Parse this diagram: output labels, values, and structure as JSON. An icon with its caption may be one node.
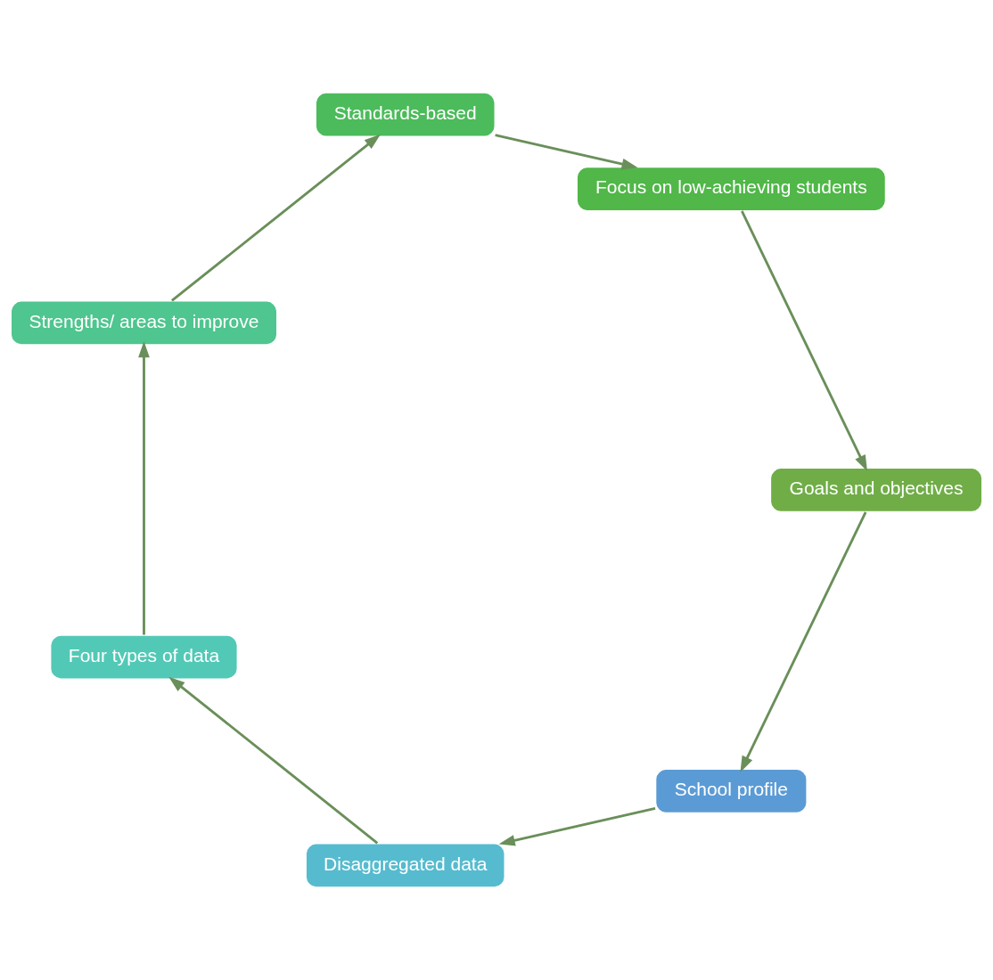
{
  "diagram": {
    "nodes": [
      {
        "text": [
          "School profile"
        ]
      },
      {
        "text": [
          "Disaggregated data"
        ]
      },
      {
        "text": [
          "Four types of data"
        ]
      },
      {
        "text": [
          "Strengths/ areas to improve"
        ]
      },
      {
        "text": [
          "Standards-based"
        ]
      },
      {
        "text": [
          "Focus on low-achieving students"
        ]
      },
      {
        "text": [
          "Goals and objectives"
        ]
      }
    ],
    "edges": [
      {
        "from": 0,
        "to": 1,
        "arrow": "to"
      },
      {
        "from": 1,
        "to": 2,
        "arrow": "to"
      },
      {
        "from": 2,
        "to": 3,
        "arrow": "to"
      },
      {
        "from": 3,
        "to": 4,
        "arrow": "to"
      },
      {
        "from": 4,
        "to": 5,
        "arrow": "to"
      },
      {
        "from": 5,
        "to": 6,
        "arrow": "to"
      },
      {
        "from": 6,
        "to": 0,
        "arrow": "to"
      }
    ]
  }
}
